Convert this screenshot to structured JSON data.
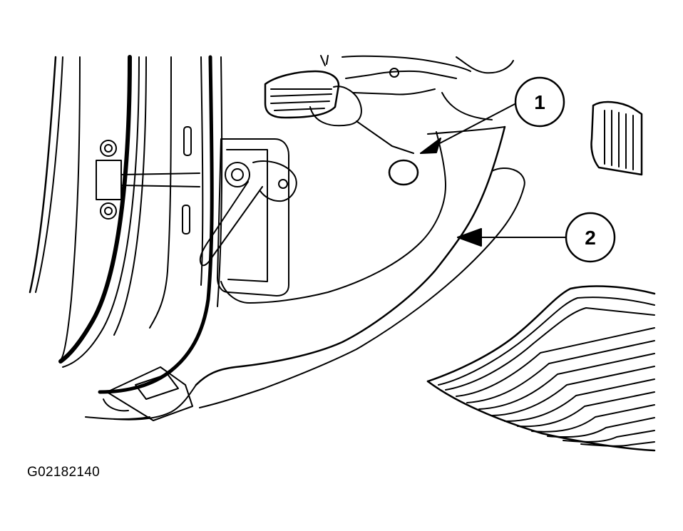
{
  "callouts": [
    {
      "number": "1"
    },
    {
      "number": "2"
    }
  ],
  "figure_code": "G02182140",
  "colors": {
    "line": "#000000",
    "background": "#ffffff"
  }
}
